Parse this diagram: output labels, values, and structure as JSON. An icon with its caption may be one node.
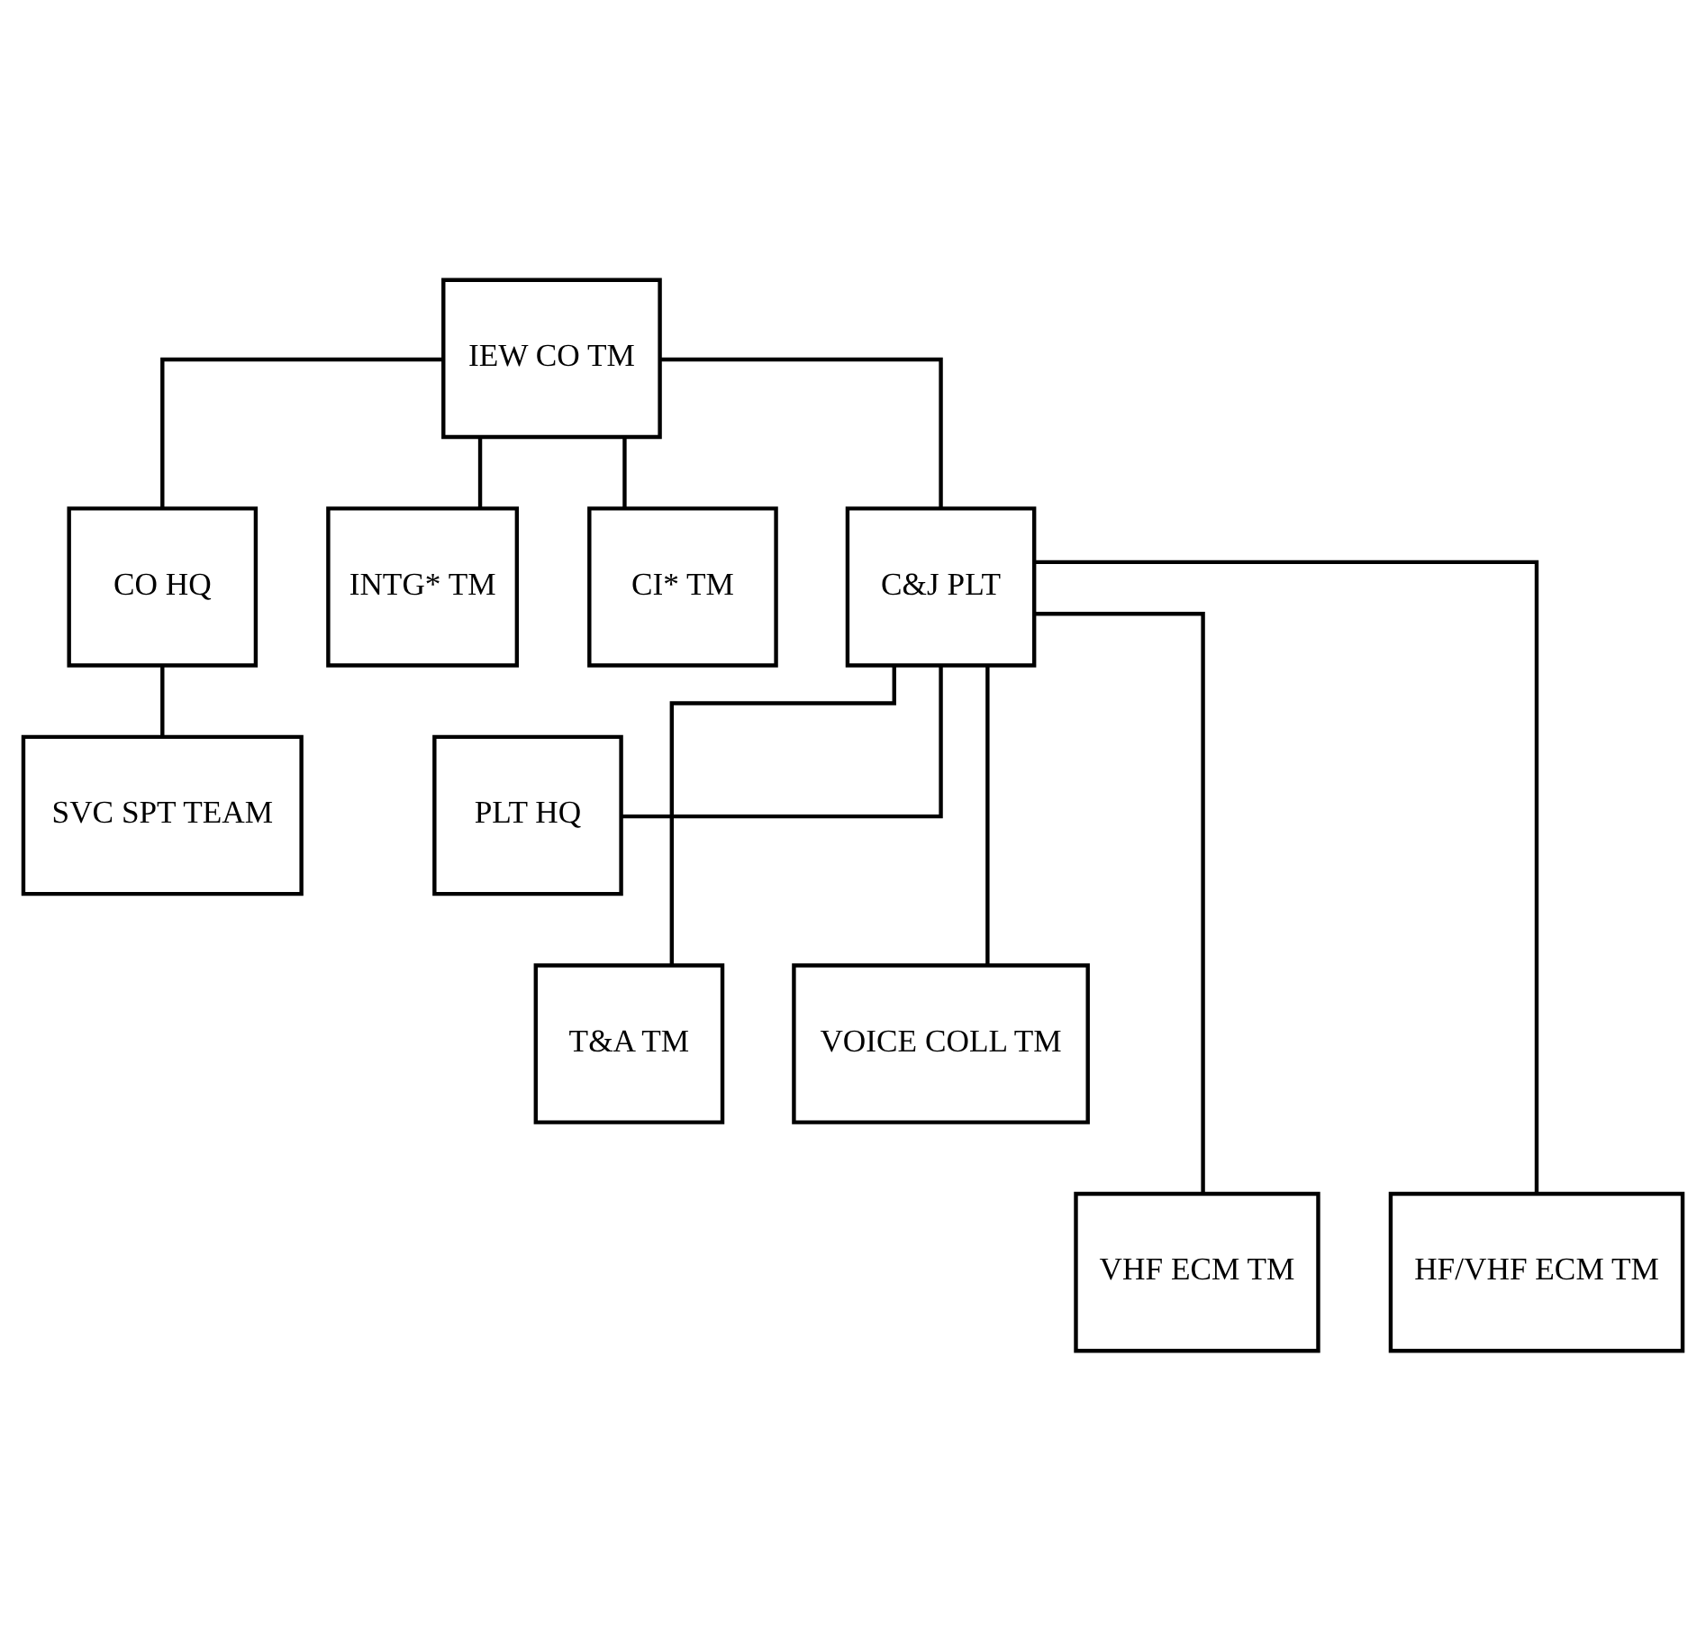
{
  "diagram": {
    "nodes": [
      {
        "text": [
          "IEW CO TM"
        ]
      },
      {
        "text": [
          "CO HQ"
        ]
      },
      {
        "text": [
          "INTG* TM"
        ]
      },
      {
        "text": [
          "CI* TM"
        ]
      },
      {
        "text": [
          "C&J PLT"
        ]
      },
      {
        "text": [
          "SVC SPT TEAM"
        ]
      },
      {
        "text": [
          "PLT HQ"
        ]
      },
      {
        "text": [
          "T&A TM"
        ]
      },
      {
        "text": [
          "VOICE COLL TM"
        ]
      },
      {
        "text": [
          "VHF ECM TM"
        ]
      },
      {
        "text": [
          "HF/VHF ECM TM"
        ]
      }
    ],
    "edges": [
      {
        "from": 0,
        "to": 1,
        "arrow": "none"
      },
      {
        "from": 0,
        "to": 2,
        "arrow": "none"
      },
      {
        "from": 0,
        "to": 3,
        "arrow": "none"
      },
      {
        "from": 0,
        "to": 4,
        "arrow": "none"
      },
      {
        "from": 1,
        "to": 5,
        "arrow": "none"
      },
      {
        "from": 4,
        "to": 6,
        "arrow": "none"
      },
      {
        "from": 4,
        "to": 7,
        "arrow": "none"
      },
      {
        "from": 4,
        "to": 8,
        "arrow": "none"
      },
      {
        "from": 4,
        "to": 9,
        "arrow": "none"
      },
      {
        "from": 4,
        "to": 10,
        "arrow": "none"
      }
    ]
  }
}
